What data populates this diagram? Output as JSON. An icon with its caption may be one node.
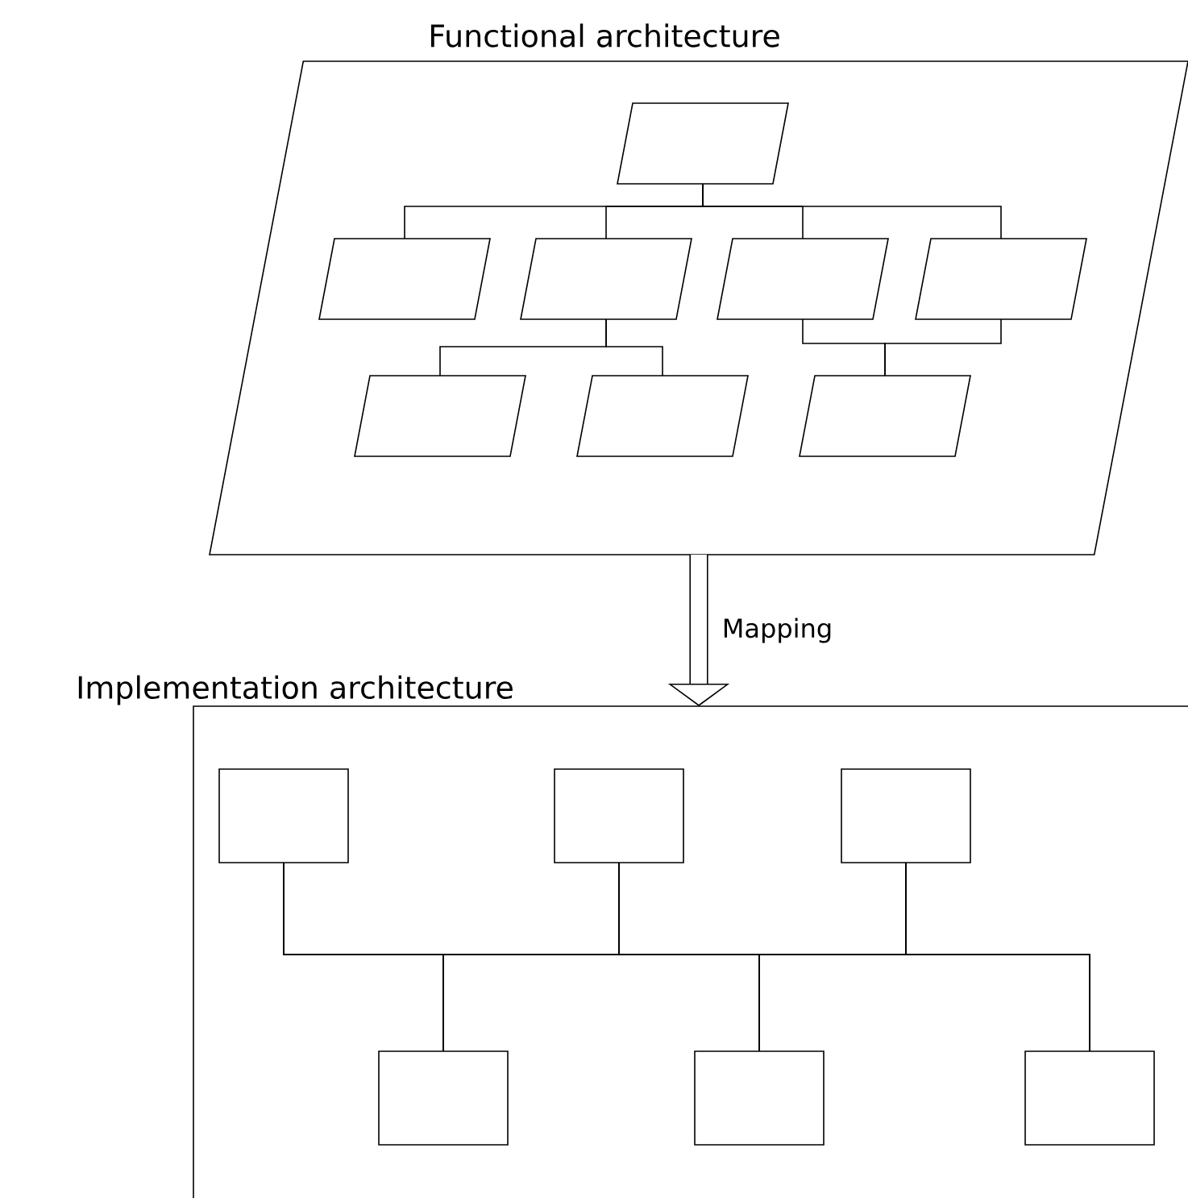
{
  "diagram": {
    "nodes": [
      {
        "text": [
          "Functional architecture"
        ]
      },
      {
        "text": [],
        "shape": "parallelogram",
        "in": 0
      },
      {
        "text": [],
        "shape": "parallelogram",
        "in": 0
      },
      {
        "text": [],
        "shape": "parallelogram",
        "in": 0
      },
      {
        "text": [],
        "shape": "parallelogram",
        "in": 0
      },
      {
        "text": [],
        "shape": "parallelogram",
        "in": 0
      },
      {
        "text": [],
        "shape": "parallelogram",
        "in": 0
      },
      {
        "text": [],
        "shape": "parallelogram",
        "in": 0
      },
      {
        "text": [],
        "shape": "parallelogram",
        "in": 0
      },
      {
        "text": [
          "Implementation architecture"
        ]
      },
      {
        "text": [],
        "shape": "box",
        "in": 9
      },
      {
        "text": [],
        "shape": "box",
        "in": 9
      },
      {
        "text": [],
        "shape": "box",
        "in": 9
      },
      {
        "text": [],
        "shape": "box",
        "in": 9
      },
      {
        "text": [],
        "shape": "box",
        "in": 9
      },
      {
        "text": [],
        "shape": "box",
        "in": 9
      }
    ],
    "edges": [
      {
        "from": 1,
        "to": 2,
        "arrow": "none"
      },
      {
        "from": 1,
        "to": 3,
        "arrow": "none"
      },
      {
        "from": 1,
        "to": 4,
        "arrow": "none"
      },
      {
        "from": 1,
        "to": 5,
        "arrow": "none"
      },
      {
        "from": 3,
        "to": 6,
        "arrow": "none"
      },
      {
        "from": 3,
        "to": 7,
        "arrow": "none"
      },
      {
        "from": 4,
        "to": 8,
        "arrow": "none"
      },
      {
        "from": 5,
        "to": 8,
        "arrow": "none"
      },
      {
        "from": 0,
        "to": 9,
        "arrow": "to",
        "label": "Mapping",
        "style": "thick"
      },
      {
        "from": 10,
        "to": 13,
        "arrow": "none"
      },
      {
        "from": 10,
        "to": 14,
        "arrow": "none"
      },
      {
        "from": 10,
        "to": 15,
        "arrow": "none"
      },
      {
        "from": 11,
        "to": 13,
        "arrow": "none"
      },
      {
        "from": 11,
        "to": 14,
        "arrow": "none"
      },
      {
        "from": 11,
        "to": 15,
        "arrow": "none"
      },
      {
        "from": 12,
        "to": 13,
        "arrow": "none"
      },
      {
        "from": 12,
        "to": 14,
        "arrow": "none"
      },
      {
        "from": 12,
        "to": 15,
        "arrow": "none"
      }
    ]
  }
}
